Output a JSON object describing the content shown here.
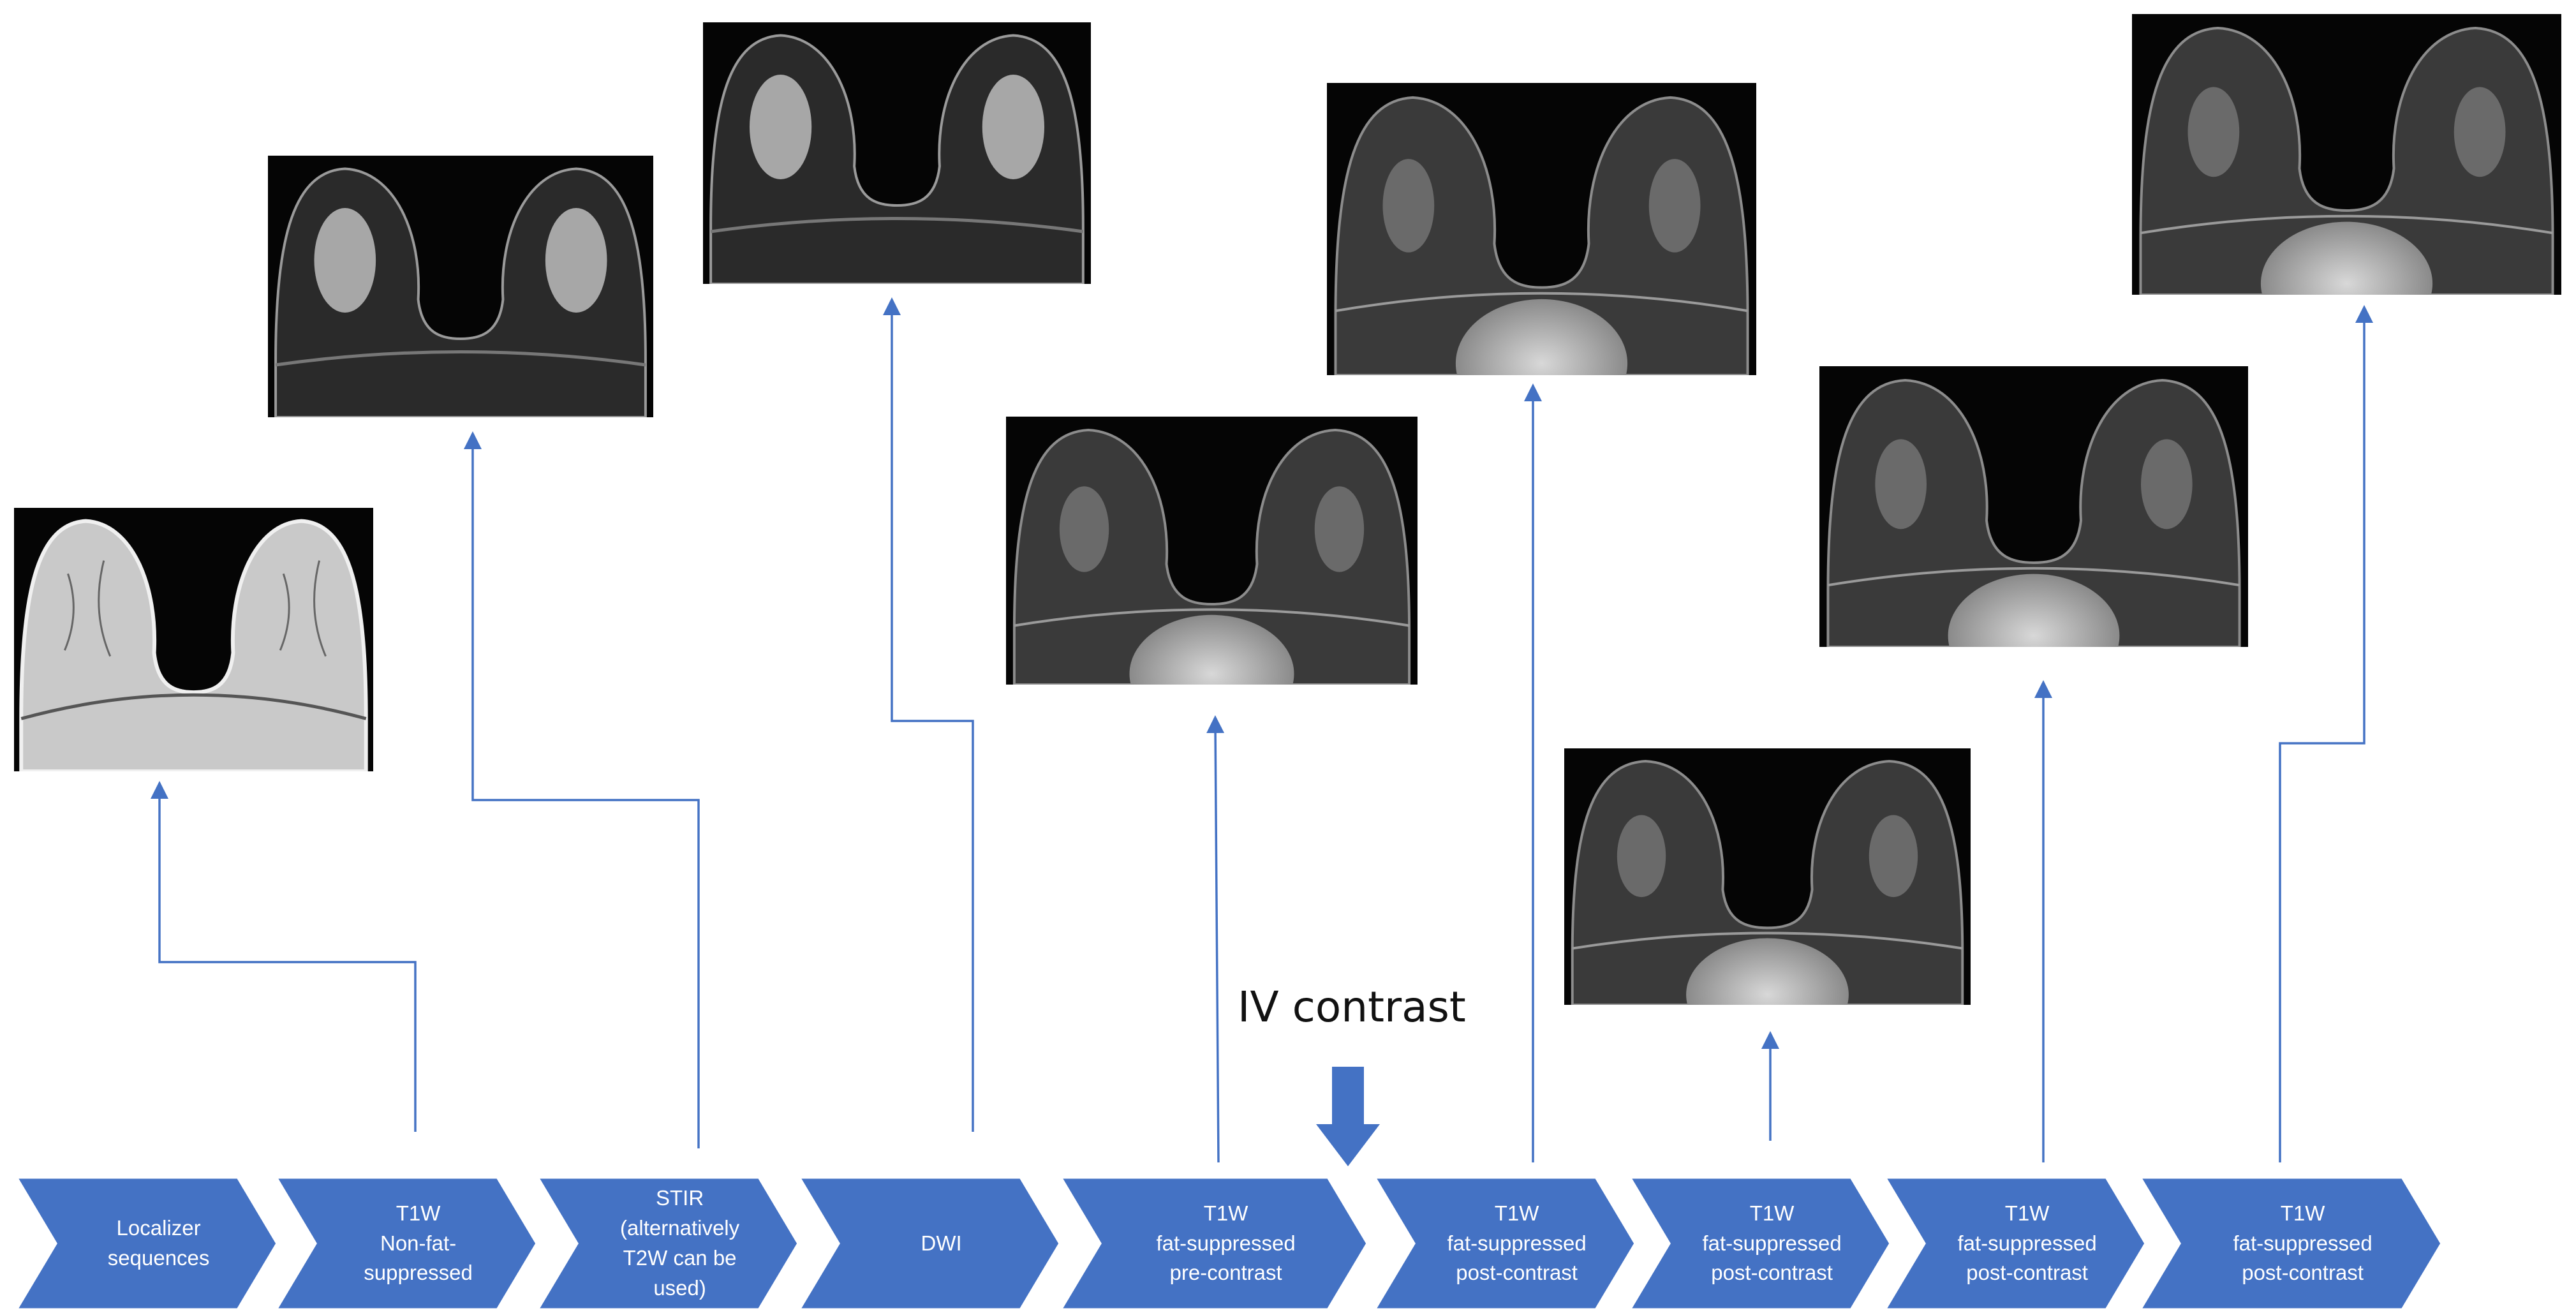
{
  "annotation": {
    "contrast_label": "IV contrast"
  },
  "colors": {
    "chevron_fill": "#4472C4",
    "chevron_text": "#FFFFFF",
    "arrow_line": "#4472C4",
    "image_background": "#050505"
  },
  "steps": [
    {
      "lines": [
        "Localizer",
        "sequences"
      ]
    },
    {
      "lines": [
        "T1W",
        "Non-fat-",
        "suppressed"
      ]
    },
    {
      "lines": [
        "STIR",
        "(alternatively",
        "T2W can be",
        "used)"
      ]
    },
    {
      "lines": [
        "DWI"
      ]
    },
    {
      "lines": [
        "T1W",
        "fat-suppressed",
        "pre-contrast"
      ]
    },
    {
      "lines": [
        "T1W",
        "fat-suppressed",
        "post-contrast"
      ]
    },
    {
      "lines": [
        "T1W",
        "fat-suppressed",
        "post-contrast"
      ]
    },
    {
      "lines": [
        "T1W",
        "fat-suppressed",
        "post-contrast"
      ]
    },
    {
      "lines": [
        "T1W",
        "fat-suppressed",
        "post-contrast"
      ]
    }
  ],
  "images": [
    {
      "name": "localizer-mri-image",
      "style": "localizer"
    },
    {
      "name": "t1w-non-fat-suppressed-mri-image",
      "style": "t1nonfs"
    },
    {
      "name": "stir-mri-image",
      "style": "stir"
    },
    {
      "name": "dwi-mri-image",
      "style": "dwi"
    },
    {
      "name": "t1w-fat-suppressed-pre-contrast-mri-image",
      "style": "fs"
    },
    {
      "name": "t1w-post-contrast-1-mri-image",
      "style": "fs"
    },
    {
      "name": "t1w-post-contrast-2-mri-image",
      "style": "fs"
    },
    {
      "name": "t1w-post-contrast-3-mri-image",
      "style": "fs"
    },
    {
      "name": "t1w-post-contrast-4-mri-image",
      "style": "fs"
    }
  ]
}
